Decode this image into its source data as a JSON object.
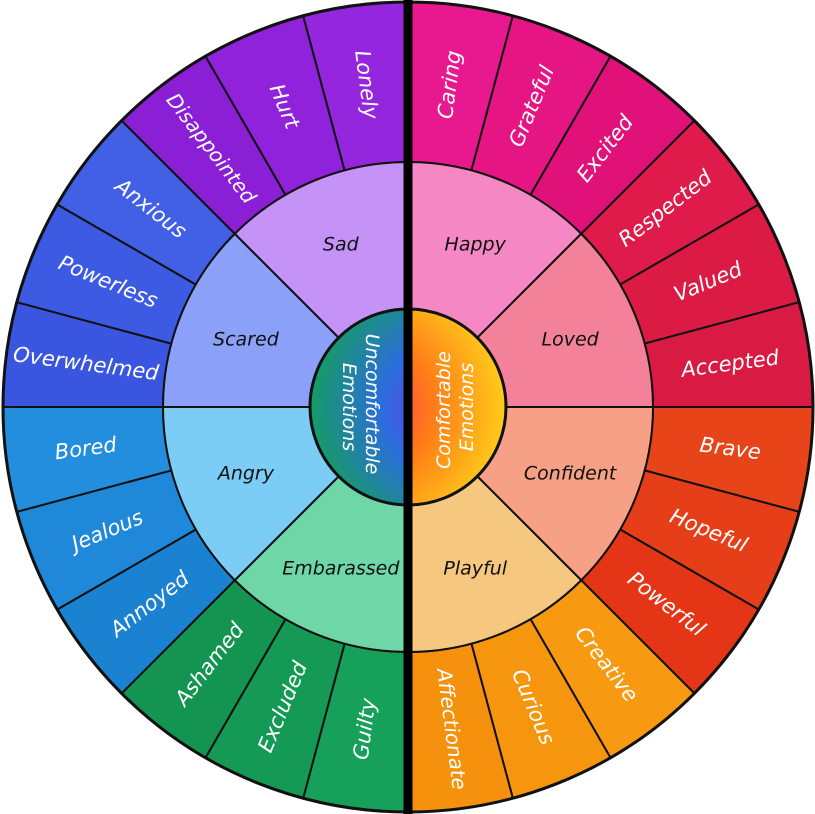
{
  "colors": {
    "outline": "#111111",
    "divider": "#000000",
    "background": "#ffffff"
  },
  "core": {
    "left": {
      "label": "Uncomfortable Emotions",
      "line1": "Uncomfortable",
      "line2": "Emotions"
    },
    "right": {
      "label": "Comfortable Emotions",
      "line1": "Comfortable",
      "line2": "Emotions"
    }
  },
  "middle_ring": [
    {
      "label": "Happy",
      "color": "#f487c4"
    },
    {
      "label": "Loved",
      "color": "#f3819a"
    },
    {
      "label": "Confident",
      "color": "#f6a085"
    },
    {
      "label": "Playful",
      "color": "#f6c77e"
    },
    {
      "label": "Embarassed",
      "color": "#6fd6a7"
    },
    {
      "label": "Angry",
      "color": "#7ccdf6"
    },
    {
      "label": "Scared",
      "color": "#8ba0f8"
    },
    {
      "label": "Sad",
      "color": "#c592f8"
    }
  ],
  "outer_ring": [
    {
      "label": "Caring",
      "color": "#e8198e"
    },
    {
      "label": "Grateful",
      "color": "#e51584"
    },
    {
      "label": "Excited",
      "color": "#e0127a"
    },
    {
      "label": "Respected",
      "color": "#de1b4a"
    },
    {
      "label": "Valued",
      "color": "#dc1b45"
    },
    {
      "label": "Accepted",
      "color": "#d91a42"
    },
    {
      "label": "Brave",
      "color": "#e8441a"
    },
    {
      "label": "Hopeful",
      "color": "#e63e18"
    },
    {
      "label": "Powerful",
      "color": "#e43616"
    },
    {
      "label": "Creative",
      "color": "#f79a12"
    },
    {
      "label": "Curious",
      "color": "#f6960f"
    },
    {
      "label": "Affectionate",
      "color": "#f5910c"
    },
    {
      "label": "Guilty",
      "color": "#16a05a"
    },
    {
      "label": "Excluded",
      "color": "#159a55"
    },
    {
      "label": "Ashamed",
      "color": "#139450"
    },
    {
      "label": "Annoyed",
      "color": "#1b82d2"
    },
    {
      "label": "Jealous",
      "color": "#1f88d8"
    },
    {
      "label": "Bored",
      "color": "#238ede"
    },
    {
      "label": "Overwhelmed",
      "color": "#3a55e0"
    },
    {
      "label": "Powerless",
      "color": "#3d5ae3"
    },
    {
      "label": "Anxious",
      "color": "#4260e6"
    },
    {
      "label": "Disappointed",
      "color": "#8a1fd6"
    },
    {
      "label": "Hurt",
      "color": "#8f22da"
    },
    {
      "label": "Lonely",
      "color": "#9426de"
    }
  ]
}
